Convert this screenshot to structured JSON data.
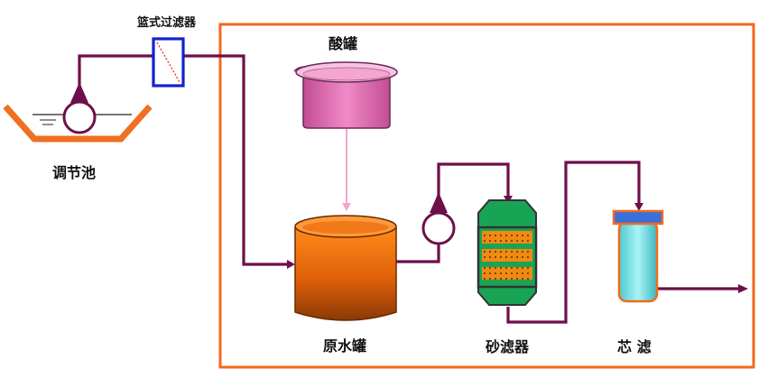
{
  "labels": {
    "basket_filter": "篮式过滤器",
    "acid_tank": "酸罐",
    "regulating_pool": "调节池",
    "raw_water_tank": "原水罐",
    "sand_filter": "砂滤器",
    "core_filter": "芯 滤"
  },
  "colors": {
    "pipe": "#6e0f4a",
    "frame": "#f26a1b",
    "acid_tank_top": "#f6b8dc",
    "acid_tank_body": "#e070b0",
    "acid_line": "#f3a6d0",
    "raw_tank_top": "#ff8a1f",
    "raw_tank_body": "#e85e0a",
    "raw_tank_bottom": "#b64a05",
    "sand_green": "#18a454",
    "sand_layer": "#f08a12",
    "core_cap": "#3b6fd9",
    "core_body": "#6fe0e6",
    "basket_box": "#1521cc",
    "pool": "#f07020"
  },
  "icons": [
    "pump-icon",
    "pump-icon",
    "basket-filter-icon",
    "pool-icon",
    "acid-tank-icon",
    "raw-water-tank-icon",
    "sand-filter-icon",
    "core-filter-icon",
    "flow-arrow-icon"
  ]
}
